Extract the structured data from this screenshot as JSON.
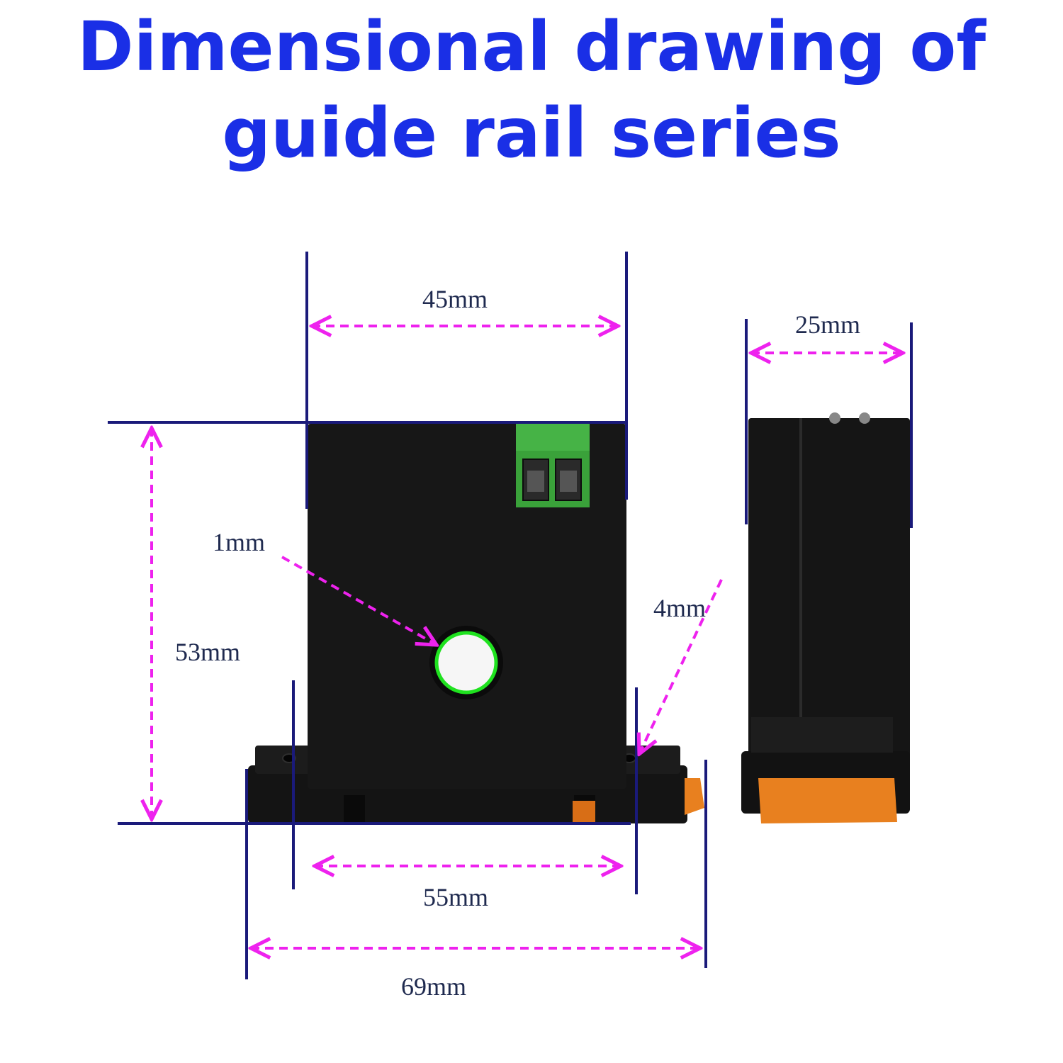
{
  "title": {
    "line1": "Dimensional drawing of",
    "line2": "guide rail series"
  },
  "dimensions": {
    "width_top": "45mm",
    "depth_side": "25mm",
    "height": "53mm",
    "hole": "1mm",
    "base_edge": "4mm",
    "mount_spacing": "55mm",
    "total_width": "69mm"
  },
  "colors": {
    "title": "#1a2fe6",
    "dimension_line": "#1a1a7a",
    "arrow": "#ee22ee",
    "body": "#161616",
    "terminal": "#3aa23a",
    "clip": "#e8801f",
    "hole_ring": "#1fe21f"
  }
}
